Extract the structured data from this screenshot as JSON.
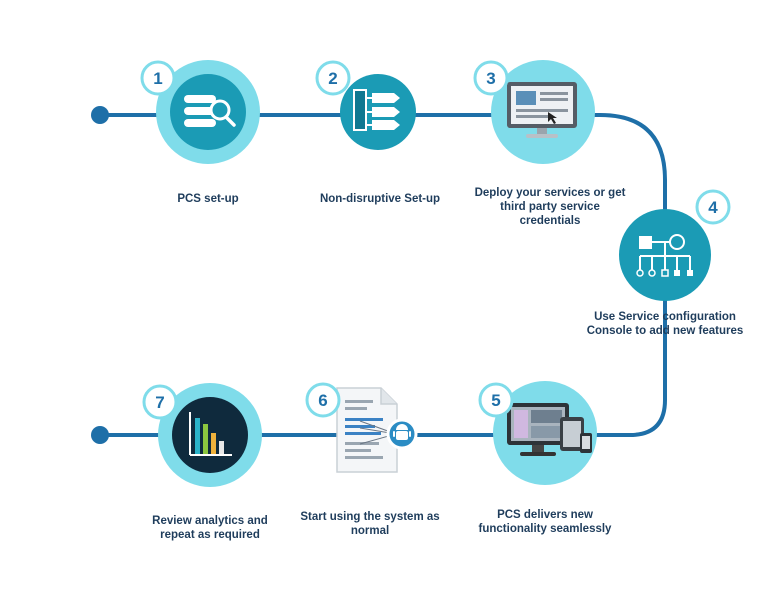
{
  "steps": [
    {
      "number": "1",
      "label": "PCS set-up",
      "icon": "database-search-icon"
    },
    {
      "number": "2",
      "label": "Non-disruptive Set-up",
      "icon": "hierarchy-tags-icon"
    },
    {
      "number": "3",
      "label": "Deploy your services or get third party service credentials",
      "icon": "monitor-icon"
    },
    {
      "number": "4",
      "label": "Use Service configuration Console to add new features",
      "icon": "org-chart-icon"
    },
    {
      "number": "5",
      "label": "PCS delivers new functionality seamlessly",
      "icon": "multi-device-icon"
    },
    {
      "number": "6",
      "label": "Start using the system as normal",
      "icon": "document-android-icon"
    },
    {
      "number": "7",
      "label": "Review analytics and repeat as required",
      "icon": "bar-chart-icon"
    }
  ],
  "colors": {
    "line": "#1e6fa8",
    "circle_outer": "#7fdcea",
    "circle_inner": "#1b9bb5",
    "number": "#1e6fa8",
    "label": "#1f3d5c"
  }
}
